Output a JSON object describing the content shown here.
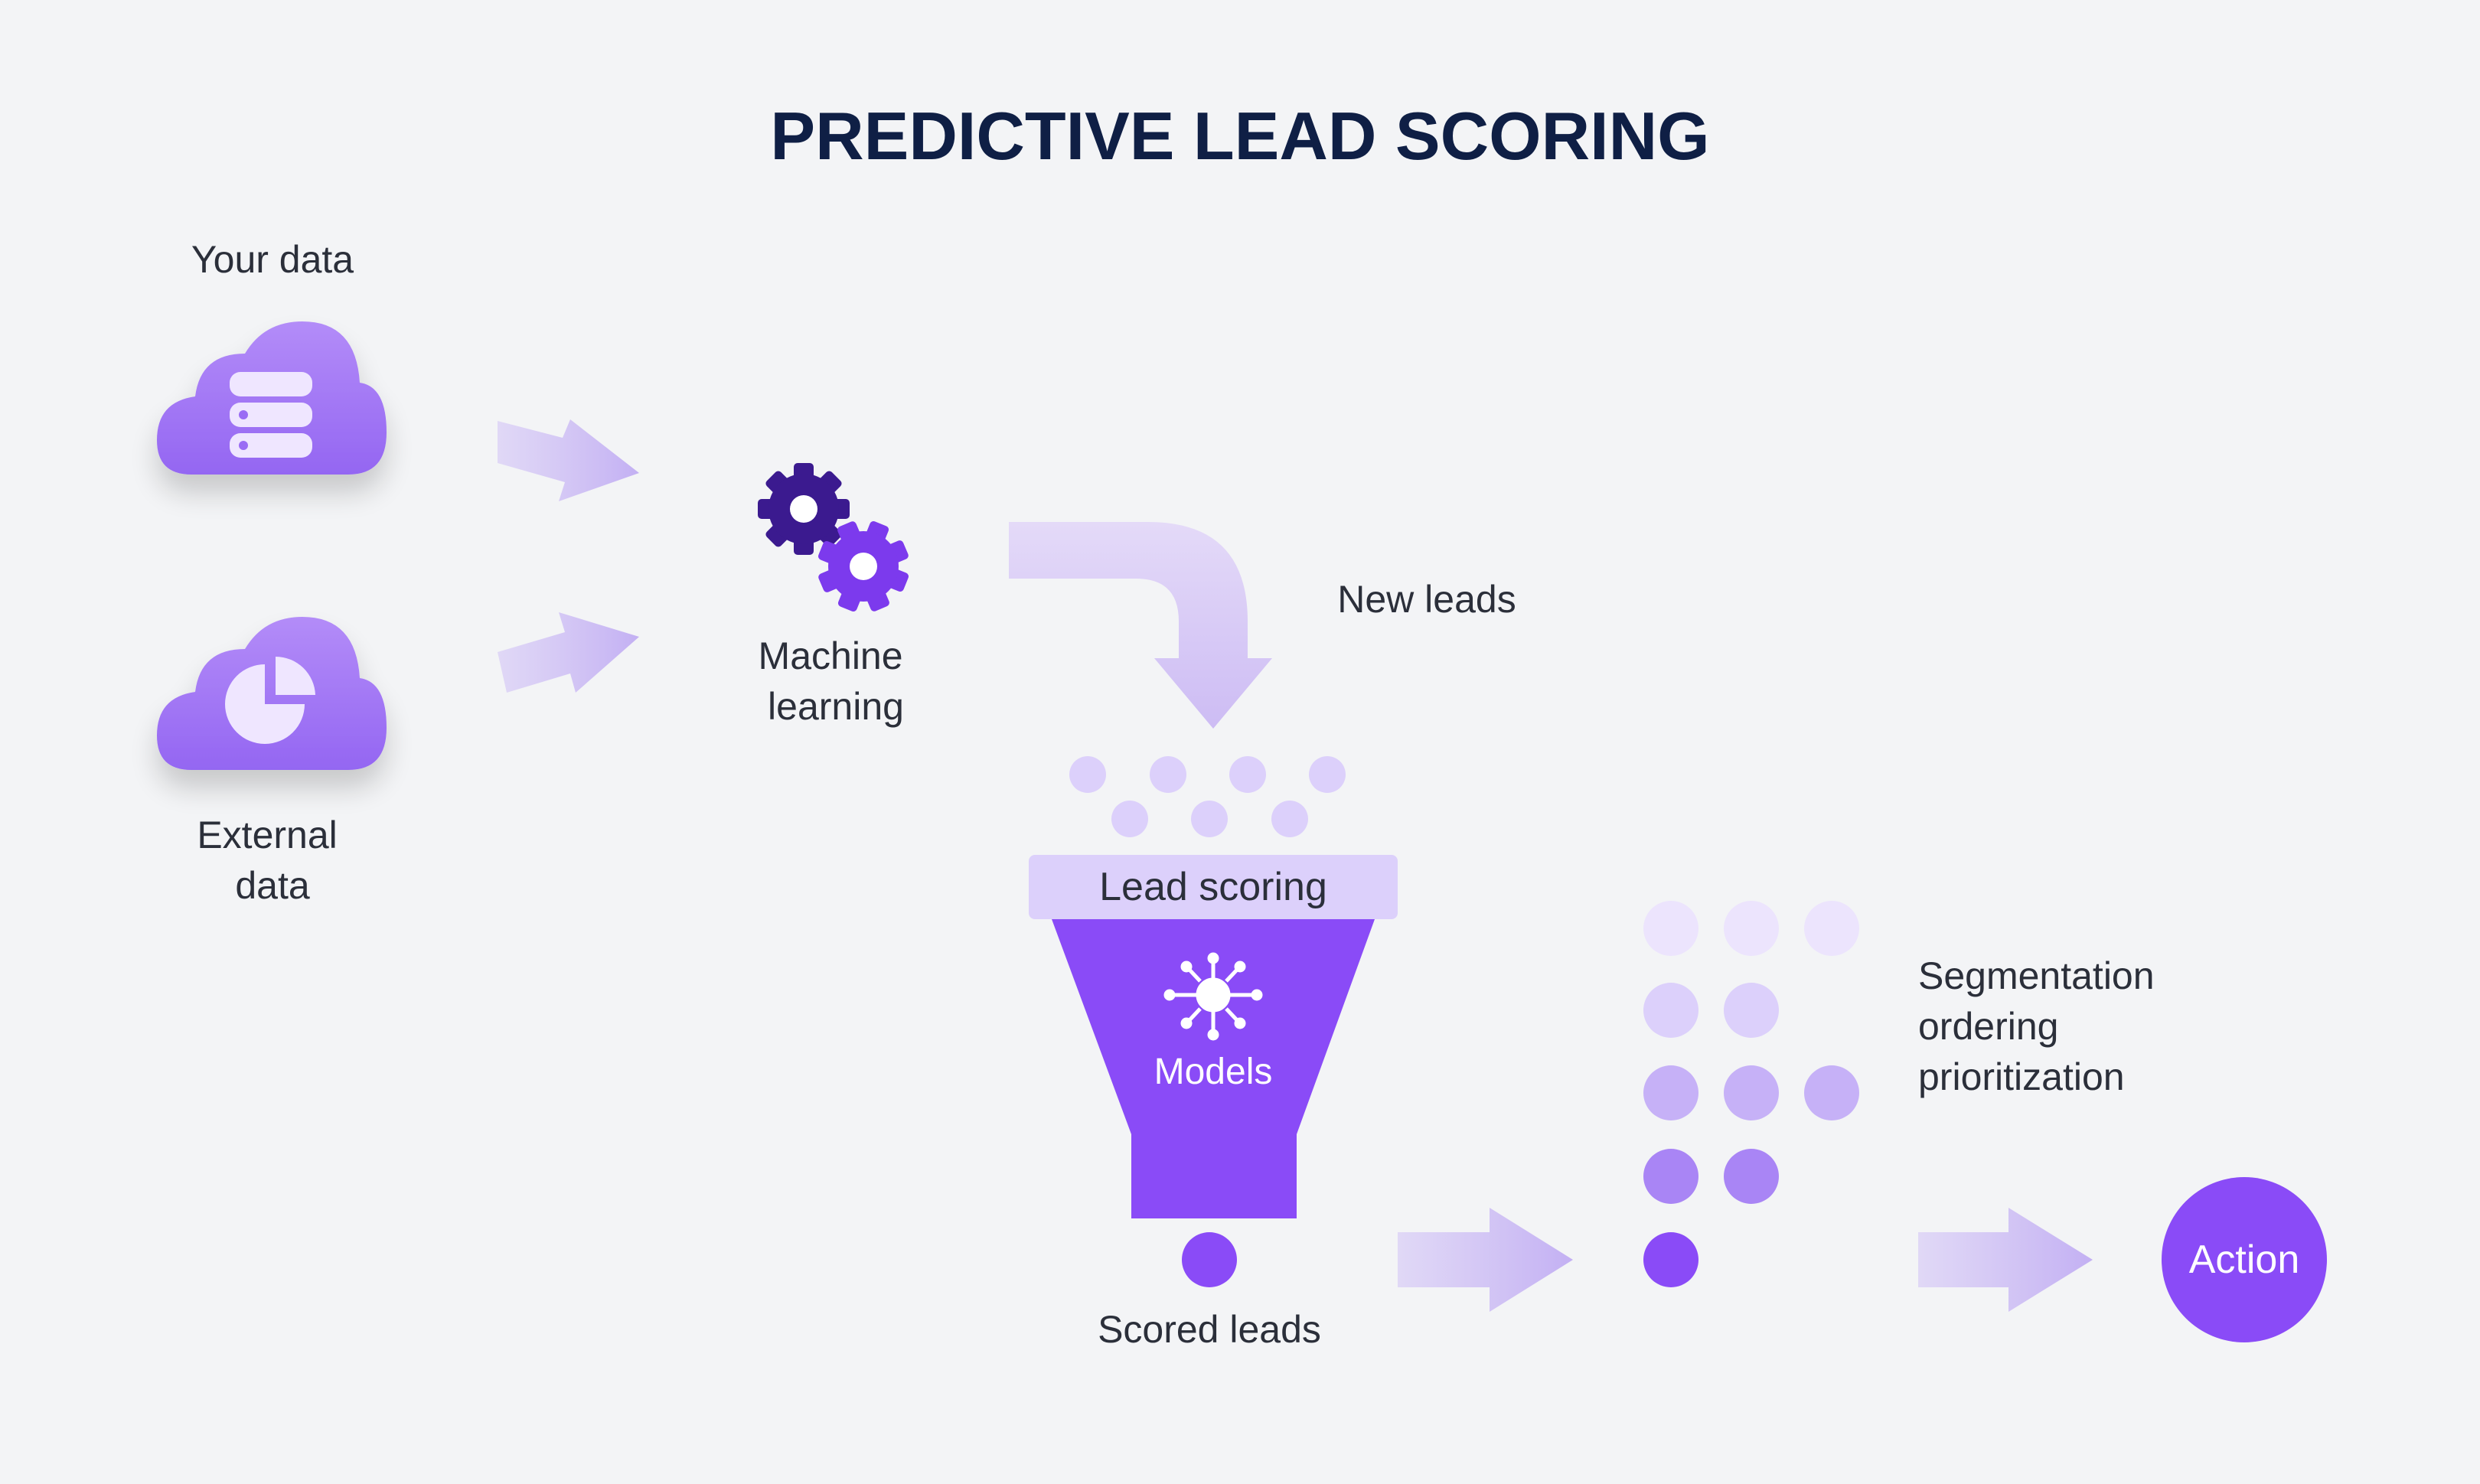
{
  "title": "PREDICTIVE LEAD SCORING",
  "sources": {
    "your_data": "Your data",
    "external_data": [
      "External",
      "data"
    ]
  },
  "machine_learning": [
    "Machine",
    "learning"
  ],
  "new_leads": "New leads",
  "funnel": {
    "header": "Lead scoring",
    "models": "Models"
  },
  "scored_leads": "Scored leads",
  "segmentation": [
    "Segmentation",
    "ordering",
    "prioritization"
  ],
  "action": "Action",
  "icons": {
    "your_data_icon": "database-icon",
    "external_data_icon": "pie-chart-icon",
    "ml_icon": "gears-icon",
    "models_icon": "network-cube-icon"
  },
  "colors": {
    "title": "#0f1f45",
    "text": "#2b2f3a",
    "purple": "#8a4bf7",
    "purple_light": "#b89cf3",
    "lavender": "#dcd0fb",
    "gear_dark": "#3b1a8f",
    "background": "#f3f4f6"
  }
}
